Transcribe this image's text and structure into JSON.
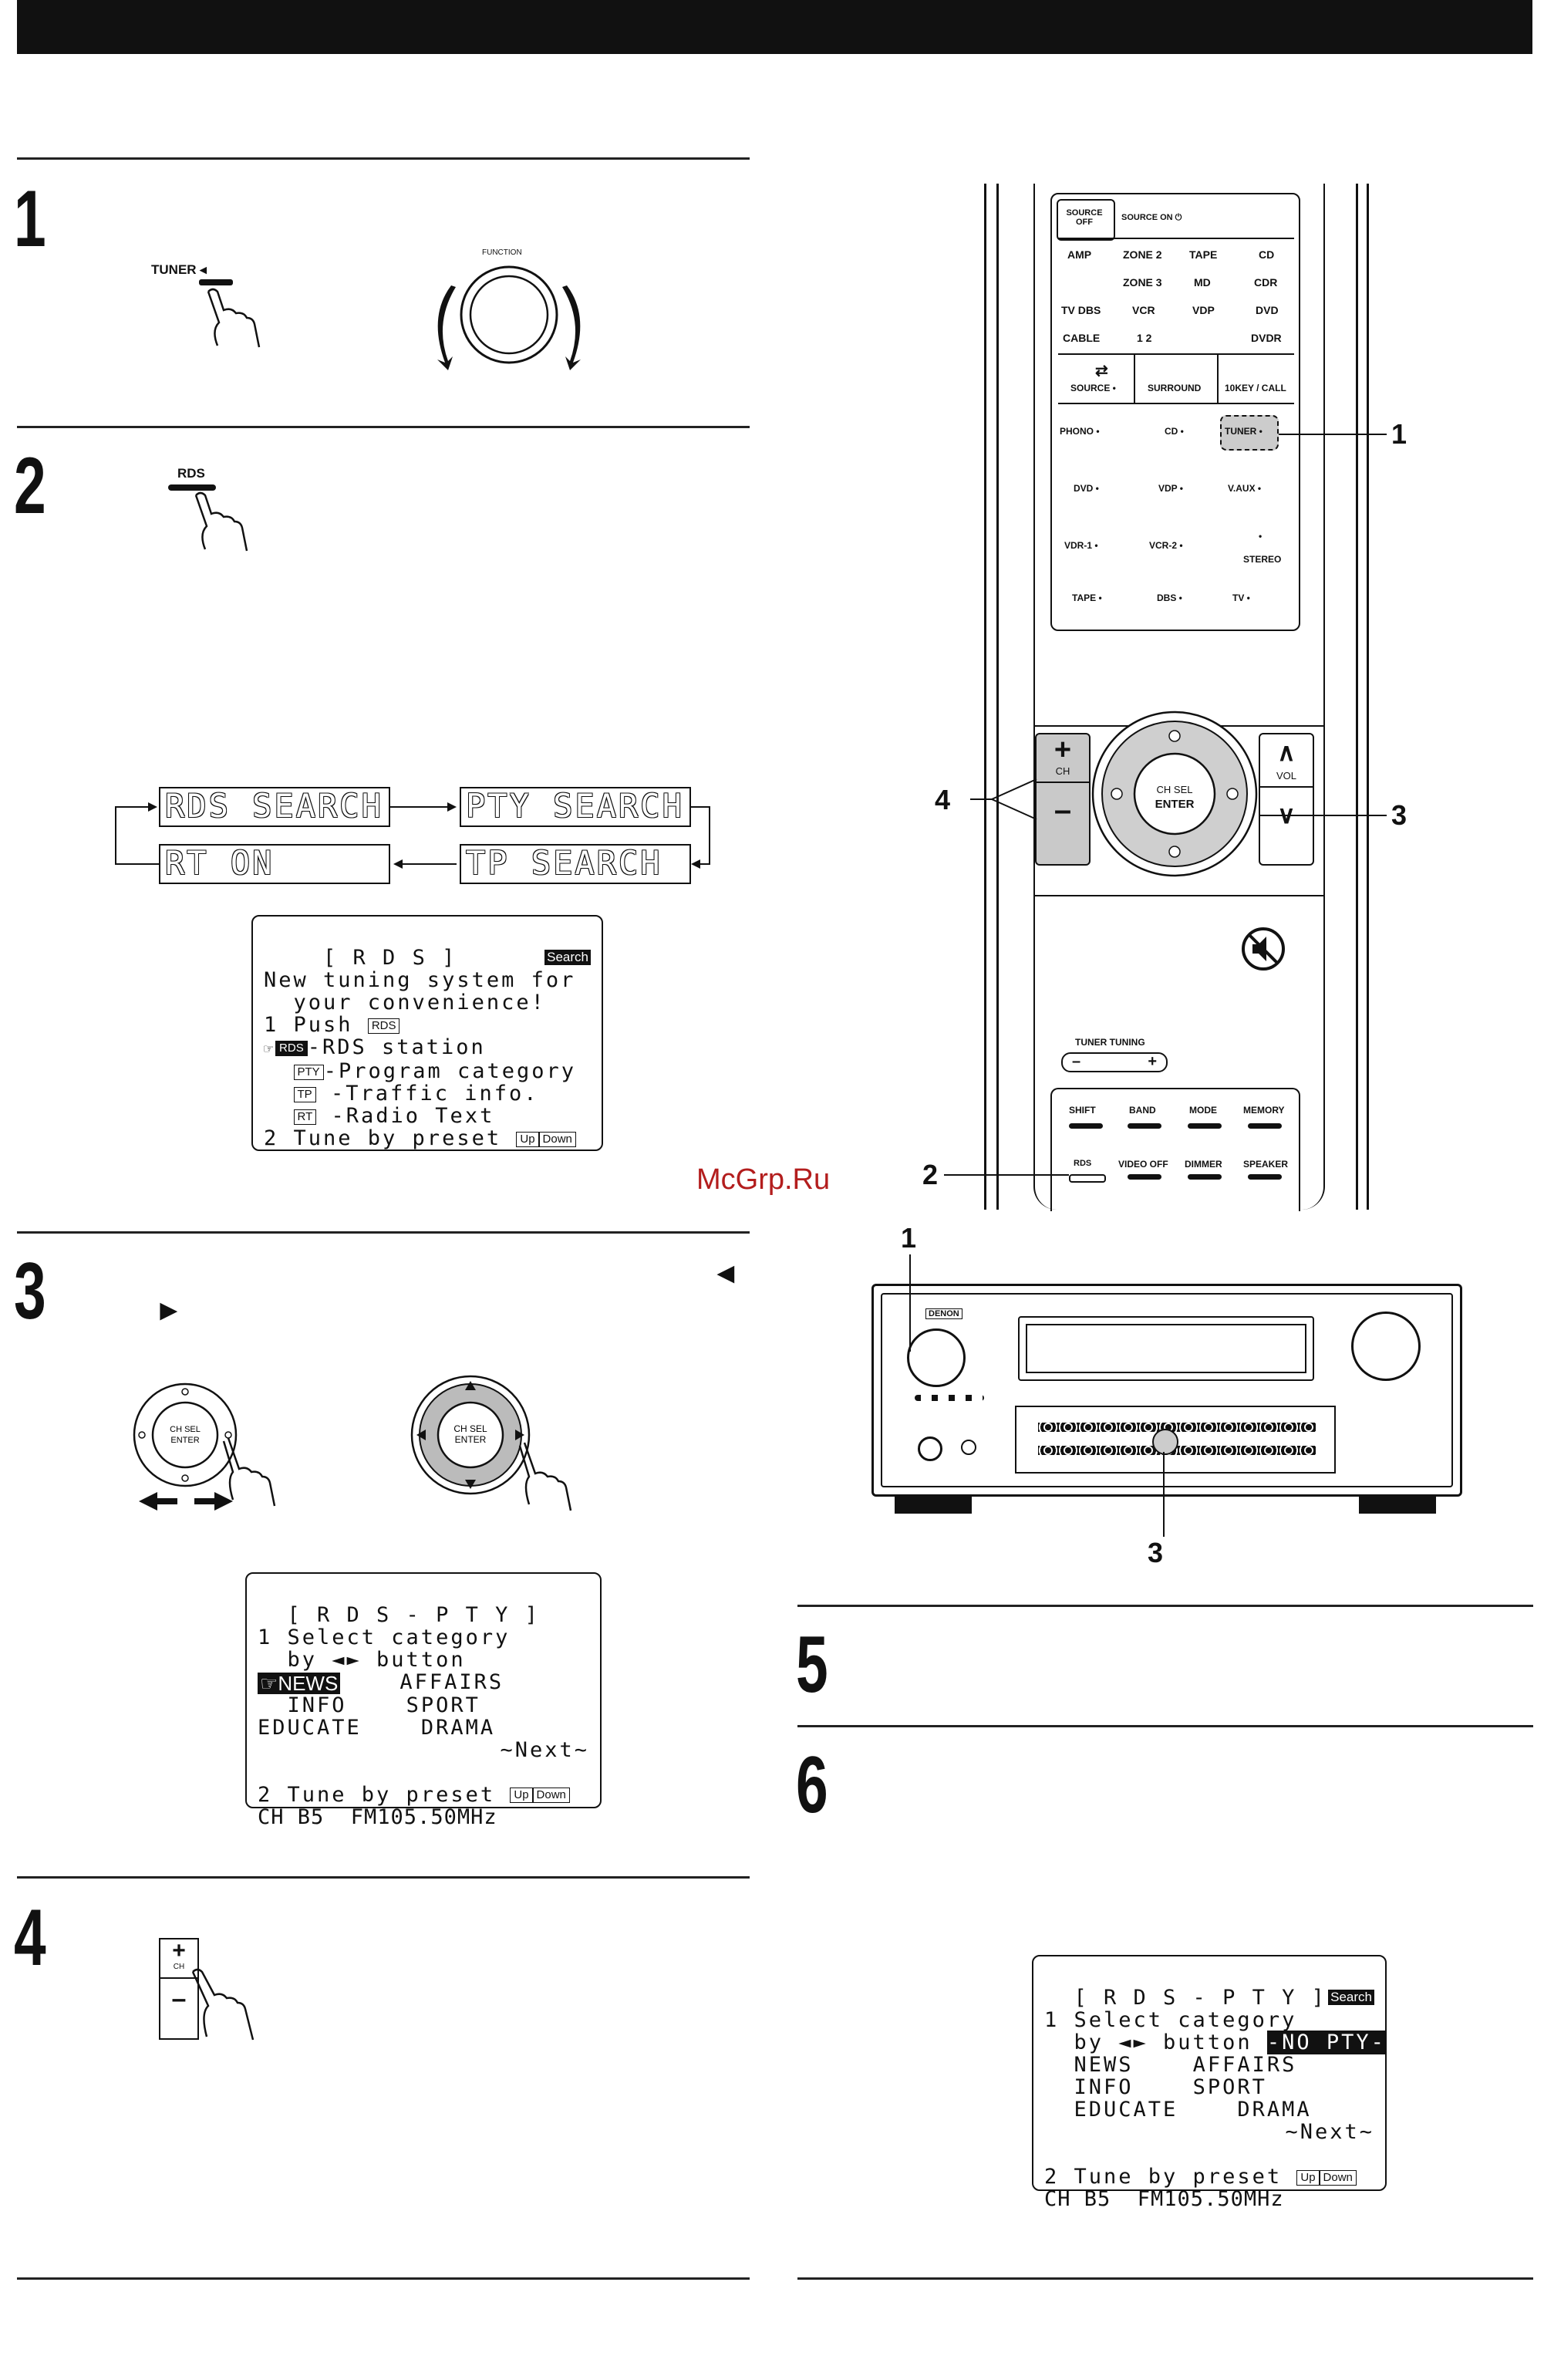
{
  "watermark": "McGrp.Ru",
  "steps": {
    "s1": {
      "num": "1",
      "tuner_label": "TUNER",
      "function_label": "FUNCTION"
    },
    "s2": {
      "num": "2",
      "rds_label": "RDS",
      "flow": {
        "a": "RDS SEARCH",
        "b": "PTY SEARCH",
        "c": "TP SEARCH",
        "d": "RT ON"
      },
      "osd": {
        "title": "[ R D S ]",
        "badge": "Search",
        "l1": "New tuning system for",
        "l2": "your convenience!",
        "l3": "1 Push",
        "push_key": "RDS",
        "o1_key": "RDS",
        "o1": "-RDS station",
        "o2_key": "PTY",
        "o2": "-Program category",
        "o3_key": "TP",
        "o3": "-Traffic info.",
        "o4_key": "RT",
        "o4": "-Radio Text",
        "l4": "2 Tune by preset",
        "up": "Up",
        "down": "Down"
      }
    },
    "s3": {
      "num": "3",
      "left_arrow": "◄",
      "right_arrow": "►",
      "ch_sel": "CH SEL",
      "enter": "ENTER",
      "osd": {
        "title": "[ R D S - P T Y ]",
        "l1": "1 Select category",
        "l2": "by ◄► button",
        "news": "NEWS",
        "affairs": "AFFAIRS",
        "info": "INFO",
        "sport": "SPORT",
        "educate": "EDUCATE",
        "drama": "DRAMA",
        "next": "~Next~",
        "l3": "2 Tune by preset",
        "up": "Up",
        "down": "Down",
        "freq": "CH B5  FM105.50MHz"
      }
    },
    "s4": {
      "num": "4",
      "plus": "+",
      "ch": "CH",
      "minus": "–"
    },
    "s5": {
      "num": "5"
    },
    "s6": {
      "num": "6",
      "osd": {
        "title": "[ R D S - P T Y ]",
        "badge": "Search",
        "l1": "1 Select category",
        "l2": "by ◄► button",
        "nopty": "-NO PTY-",
        "news": "NEWS",
        "affairs": "AFFAIRS",
        "info": "INFO",
        "sport": "SPORT",
        "educate": "EDUCATE",
        "drama": "DRAMA",
        "next": "~Next~",
        "l3": "2 Tune by preset",
        "up": "Up",
        "down": "Down",
        "freq": "CH B5  FM105.50MHz"
      }
    }
  },
  "remote": {
    "source_off": "SOURCE OFF",
    "source_on": "SOURCE ON",
    "row1": [
      "AMP",
      "ZONE 2",
      "TAPE",
      "CD"
    ],
    "row2": [
      "ZONE 3",
      "MD",
      "CDR"
    ],
    "row3": [
      "TV DBS",
      "VCR",
      "VDP",
      "DVD"
    ],
    "row4": [
      "CABLE",
      "1 2",
      "DVDR"
    ],
    "row5": [
      "SOURCE",
      "SURROUND",
      "10KEY / CALL"
    ],
    "row6": [
      "PHONO",
      "CD",
      "TUNER"
    ],
    "row7": [
      "DVD",
      "VDP",
      "V.AUX"
    ],
    "row8": [
      "VDR-1",
      "VCR-2",
      "STEREO"
    ],
    "row9": [
      "TAPE",
      "DBS",
      "TV"
    ],
    "ch": "CH",
    "vol": "VOL",
    "ch_sel": "CH SEL",
    "enter": "ENTER",
    "tuner_tuning": "TUNER TUNING",
    "row10": [
      "SHIFT",
      "BAND",
      "MODE",
      "MEMORY"
    ],
    "row11": [
      "RDS",
      "VIDEO OFF",
      "DIMMER",
      "SPEAKER"
    ],
    "callouts": {
      "c1": "1",
      "c2": "2",
      "c3": "3",
      "c4": "4"
    }
  },
  "receiver": {
    "brand": "DENON",
    "callouts": {
      "c1": "1",
      "c3": "3"
    }
  }
}
